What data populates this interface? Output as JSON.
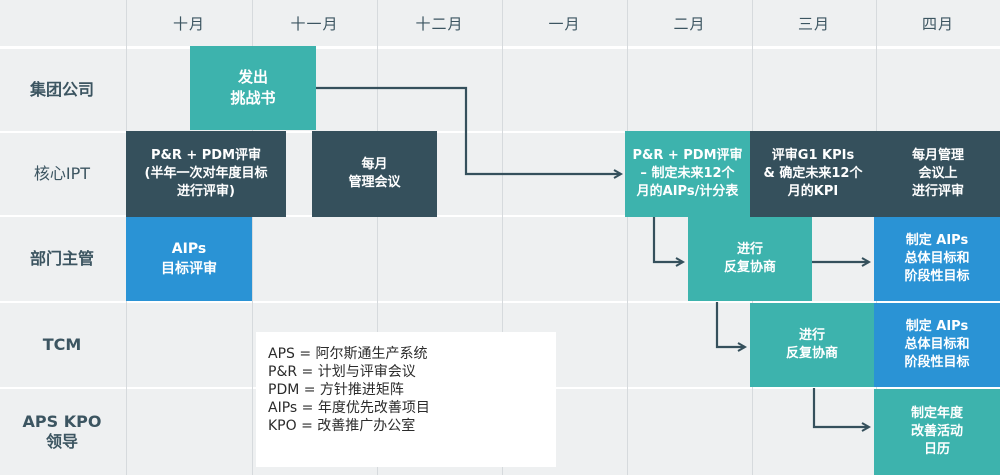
{
  "months": [
    "十月",
    "十一月",
    "十二月",
    "一月",
    "二月",
    "三月",
    "四月"
  ],
  "rows": [
    "集团公司",
    "核心IPT",
    "部门主管",
    "TCM",
    "APS KPO\n领导"
  ],
  "boxes": {
    "group_challenge": "发出\n挑战书",
    "core_pr_pdm_review": "P&R + PDM评审\n(半年一次对年度目标\n进行评审)",
    "core_monthly_meeting": "每月\n管理会议",
    "core_pr_pdm_aips": "P&R + PDM评审\n– 制定未来12个\n月的AIPs/计分表",
    "core_g1_kpis": "评审G1 KPIs\n& 确定未来12个\n月的KPI",
    "core_monthly_review": "每月管理\n会议上\n进行评审",
    "dept_aips_review": "AIPs\n目标评审",
    "dept_negotiate": "进行\n反复协商",
    "dept_set_aips": "制定 AIPs\n总体目标和\n阶段性目标",
    "tcm_negotiate": "进行\n反复协商",
    "tcm_set_aips": "制定 AIPs\n总体目标和\n阶段性目标",
    "kpo_calendar": "制定年度\n改善活动\n日历"
  },
  "legend": [
    "APS = 阿尔斯通生产系统",
    "P&R = 计划与评审会议",
    "PDM = 方针推进矩阵",
    "AIPs = 年度优先改善项目",
    "KPO = 改善推广办公室"
  ],
  "colors": {
    "teal": "#3db3ad",
    "dark": "#35505c",
    "blue": "#2a93d5",
    "band": "#eef0f1",
    "text": "#3c5561"
  }
}
